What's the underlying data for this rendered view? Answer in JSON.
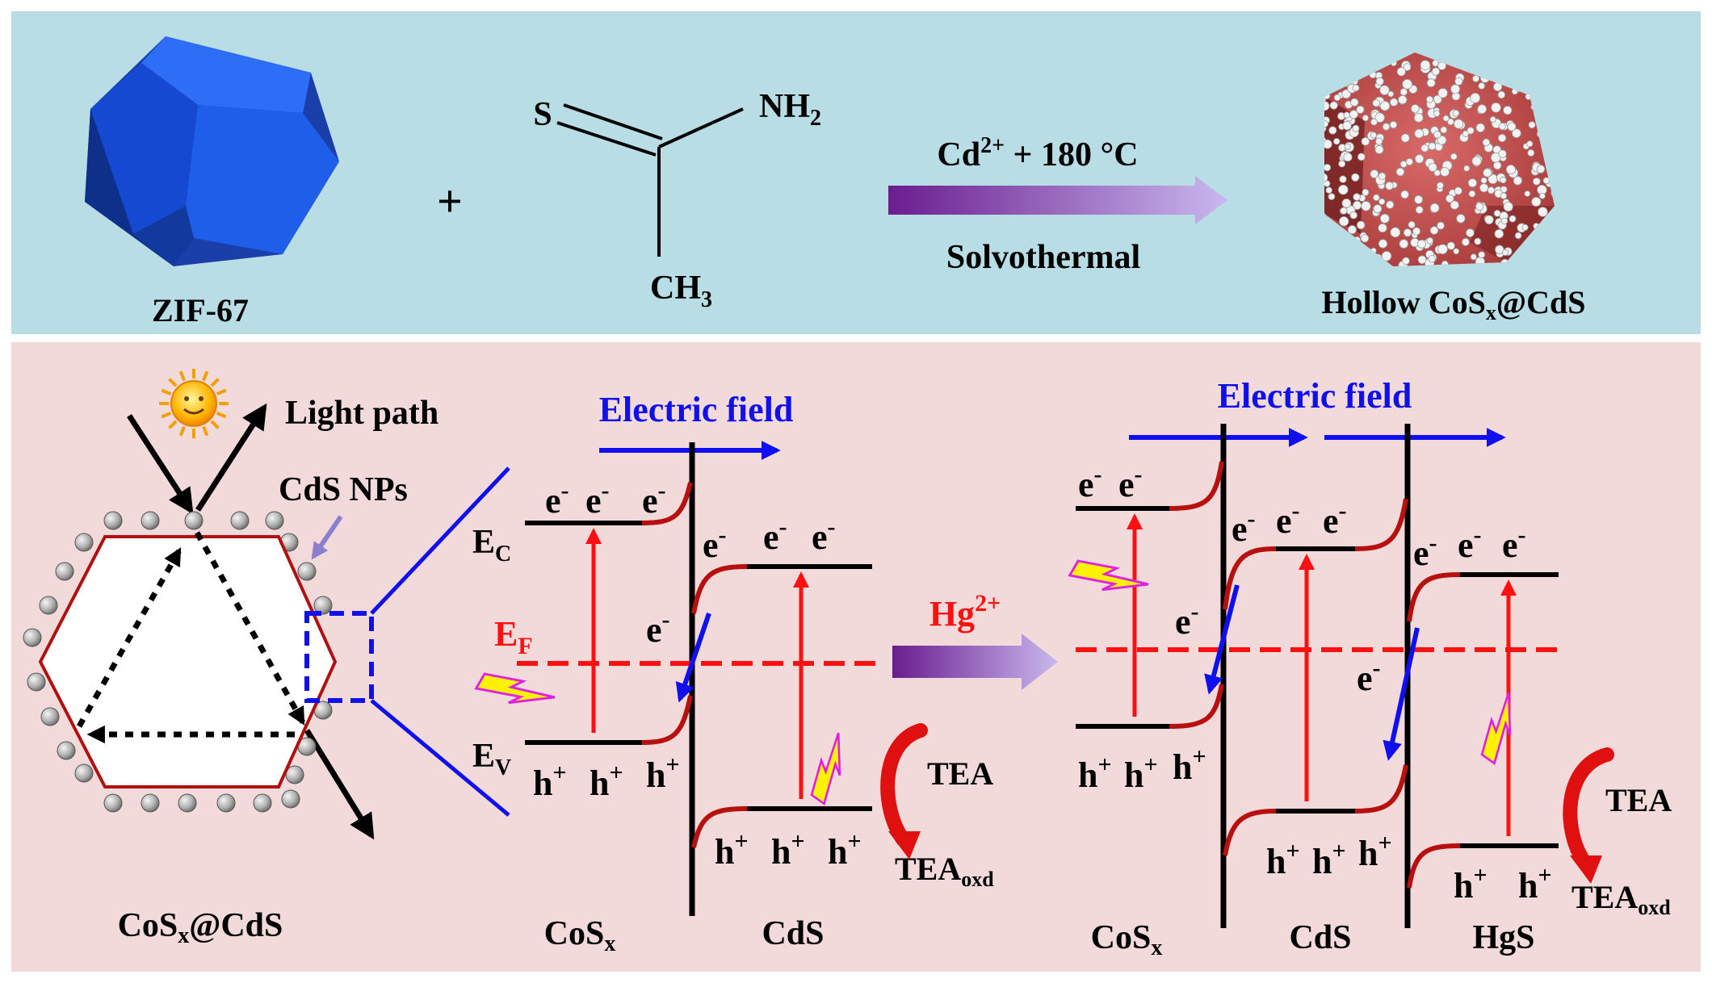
{
  "colors": {
    "top_panel": "#b8dde4",
    "bottom_panel": "#f3dada",
    "band_line": "#000000",
    "band_curve": "#b80f0f",
    "excitation_arrow": "#ff1010",
    "fermi_level": "#ff1010",
    "electric_field": "#1010ee",
    "hexagon_outline": "#b01010",
    "zif_blue": "#1f5ee8",
    "cds_particle": "#b0b0b0",
    "reaction_arrow_start": "#6a1d8f",
    "reaction_arrow_end": "#c9b8ee",
    "lightning_fill": "#fff200",
    "lightning_stroke": "#e020e0"
  },
  "synthesis": {
    "zif_label": "ZIF-67",
    "plus": "+",
    "molecule": {
      "s": "S",
      "nh2": "NH",
      "nh2_sub": "2",
      "ch3": "CH",
      "ch3_sub": "3"
    },
    "condition_top": {
      "cd": "Cd",
      "cd_sup": "2+",
      "rest": " + 180  °C"
    },
    "condition_bottom": "Solvothermal",
    "product_label": {
      "a": "Hollow CoS",
      "sub": "x",
      "b": "@CdS"
    }
  },
  "mechanism": {
    "particle_label": {
      "a": "CoS",
      "sub": "x",
      "b": "@CdS"
    },
    "light_path": "Light path",
    "cds_nps": "CdS NPs",
    "sun_icon": "sun-icon",
    "left": {
      "electric_field": "Electric field",
      "ec": {
        "a": "E",
        "sub": "C"
      },
      "ev": {
        "a": "E",
        "sub": "V"
      },
      "ef": {
        "a": "E",
        "sub": "F"
      },
      "cosx": {
        "a": "CoS",
        "sub": "x"
      },
      "cds": "CdS",
      "tea": "TEA",
      "tea_oxd": {
        "a": "TEA",
        "sub": "oxd"
      }
    },
    "hg_label": {
      "a": "Hg",
      "sup": "2+"
    },
    "right": {
      "electric_field": "Electric field",
      "cosx": {
        "a": "CoS",
        "sub": "x"
      },
      "cds": "CdS",
      "hgs": "HgS",
      "tea": "TEA",
      "tea_oxd": {
        "a": "TEA",
        "sub": "oxd"
      }
    },
    "electron": {
      "e": "e",
      "sup": "-"
    },
    "hole": {
      "h": "h",
      "sup": "+"
    }
  }
}
